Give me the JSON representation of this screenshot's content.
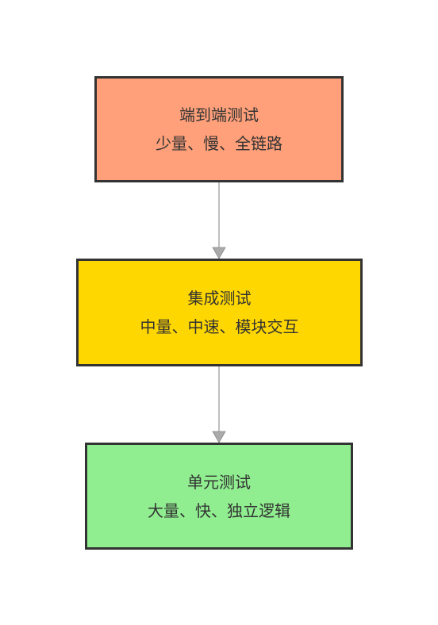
{
  "diagram": {
    "nodes": [
      {
        "id": "e2e",
        "title": "端到端测试",
        "description": "少量、慢、全链路",
        "fill": "#FFA07A"
      },
      {
        "id": "integration",
        "title": "集成测试",
        "description": "中量、中速、模块交互",
        "fill": "#FFD700"
      },
      {
        "id": "unit",
        "title": "单元测试",
        "description": "大量、快、独立逻辑",
        "fill": "#90EE90"
      }
    ],
    "edges": [
      {
        "from": "e2e",
        "to": "integration"
      },
      {
        "from": "integration",
        "to": "unit"
      }
    ],
    "colors": {
      "border": "#333333",
      "edge": "#AAAAAA",
      "text": "#333333"
    }
  }
}
